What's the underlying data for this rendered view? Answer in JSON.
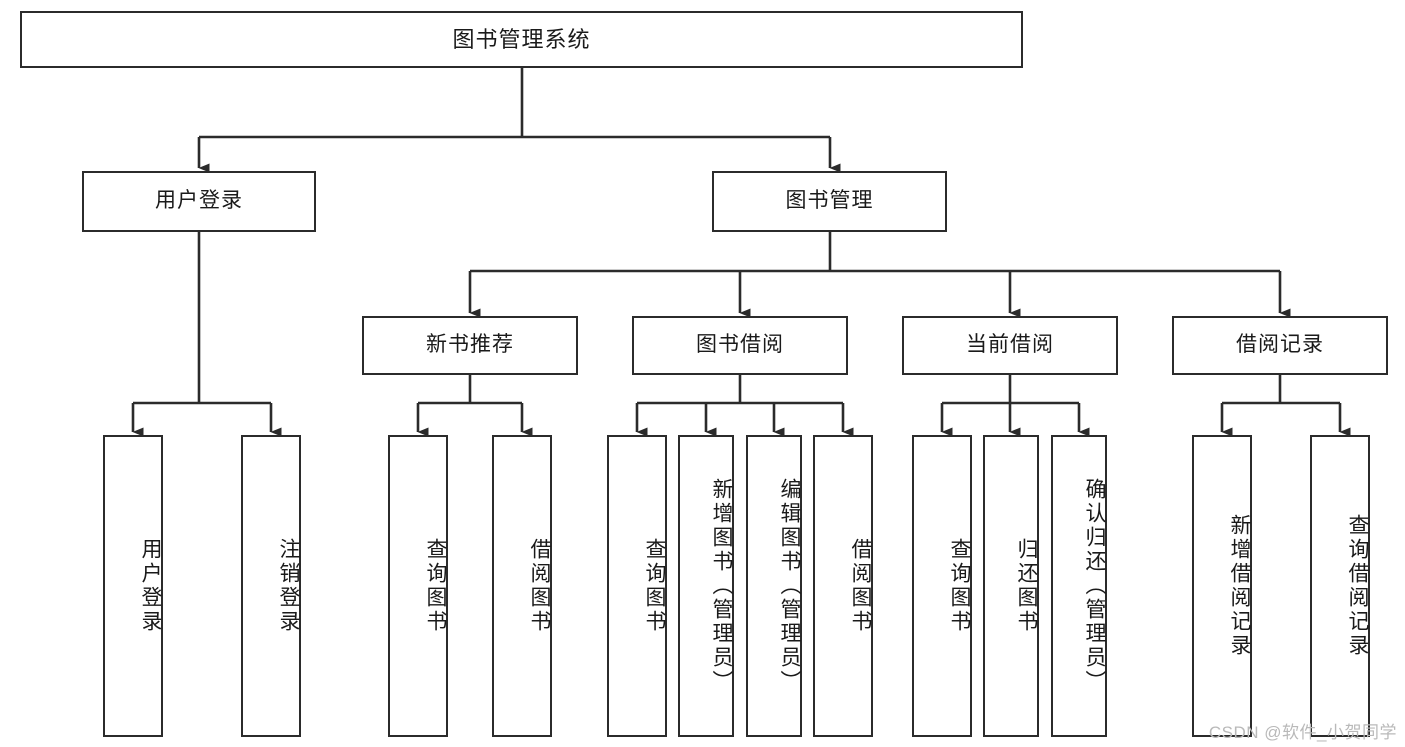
{
  "diagram": {
    "title": "图书管理系统",
    "type": "功能结构图",
    "watermark": "CSDN @软件_小贺同学",
    "accent_border": "#2b2b2b",
    "background": "#ffffff",
    "watermark_color": "#b9b9b9"
  },
  "nodes": {
    "root": {
      "label": "图书管理系统"
    },
    "level2": [
      {
        "id": "user-login",
        "label": "用户登录"
      },
      {
        "id": "book-manage",
        "label": "图书管理"
      }
    ],
    "level3": [
      {
        "id": "new-book-recommend",
        "label": "新书推荐"
      },
      {
        "id": "book-borrow",
        "label": "图书借阅"
      },
      {
        "id": "current-borrow",
        "label": "当前借阅"
      },
      {
        "id": "borrow-record",
        "label": "借阅记录"
      }
    ],
    "leaves": [
      {
        "id": "leaf-user-login",
        "label": "用户登录",
        "parent": "user-login"
      },
      {
        "id": "leaf-logout",
        "label": "注销登录",
        "parent": "user-login"
      },
      {
        "id": "leaf-query-book-1",
        "label": "查询图书",
        "parent": "new-book-recommend"
      },
      {
        "id": "leaf-borrow-book-1",
        "label": "借阅图书",
        "parent": "new-book-recommend"
      },
      {
        "id": "leaf-query-book-2",
        "label": "查询图书",
        "parent": "book-borrow"
      },
      {
        "id": "leaf-add-book",
        "label": "新增图书（管理员）",
        "parent": "book-borrow"
      },
      {
        "id": "leaf-edit-book",
        "label": "编辑图书（管理员）",
        "parent": "book-borrow"
      },
      {
        "id": "leaf-borrow-book-2",
        "label": "借阅图书",
        "parent": "book-borrow"
      },
      {
        "id": "leaf-query-book-3",
        "label": "查询图书",
        "parent": "current-borrow"
      },
      {
        "id": "leaf-return-book",
        "label": "归还图书",
        "parent": "current-borrow"
      },
      {
        "id": "leaf-confirm-return",
        "label": "确认归还（管理员）",
        "parent": "current-borrow"
      },
      {
        "id": "leaf-add-record",
        "label": "新增借阅记录",
        "parent": "borrow-record"
      },
      {
        "id": "leaf-query-record",
        "label": "查询借阅记录",
        "parent": "borrow-record"
      }
    ]
  },
  "chart_data": {
    "type": "diagram",
    "title": "图书管理系统",
    "hierarchy": [
      {
        "label": "图书管理系统",
        "children": [
          {
            "label": "用户登录",
            "children": [
              {
                "label": "用户登录"
              },
              {
                "label": "注销登录"
              }
            ]
          },
          {
            "label": "图书管理",
            "children": [
              {
                "label": "新书推荐",
                "children": [
                  {
                    "label": "查询图书"
                  },
                  {
                    "label": "借阅图书"
                  }
                ]
              },
              {
                "label": "图书借阅",
                "children": [
                  {
                    "label": "查询图书"
                  },
                  {
                    "label": "新增图书（管理员）"
                  },
                  {
                    "label": "编辑图书（管理员）"
                  },
                  {
                    "label": "借阅图书"
                  }
                ]
              },
              {
                "label": "当前借阅",
                "children": [
                  {
                    "label": "查询图书"
                  },
                  {
                    "label": "归还图书"
                  },
                  {
                    "label": "确认归还（管理员）"
                  }
                ]
              },
              {
                "label": "借阅记录",
                "children": [
                  {
                    "label": "新增借阅记录"
                  },
                  {
                    "label": "查询借阅记录"
                  }
                ]
              }
            ]
          }
        ]
      }
    ]
  }
}
